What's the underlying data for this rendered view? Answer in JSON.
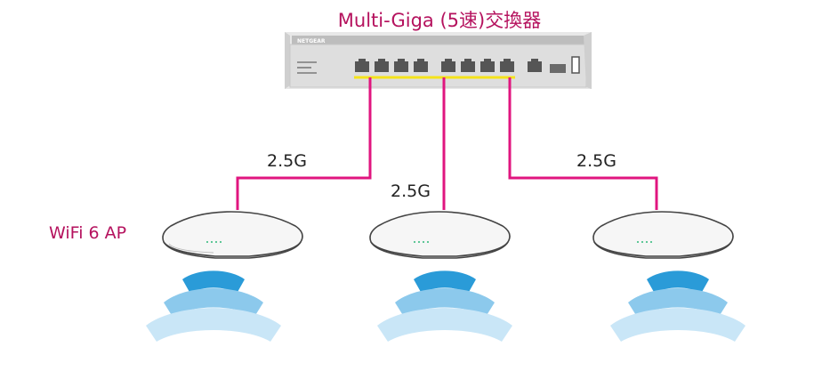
{
  "diagram": {
    "switch": {
      "title": "Multi-Giga (5速)交換器",
      "brand": "NETGEAR"
    },
    "ap": {
      "label": "WiFi 6 AP"
    },
    "links": [
      {
        "speed": "2.5G"
      },
      {
        "speed": "2.5G"
      },
      {
        "speed": "2.5G"
      }
    ],
    "colors": {
      "title": "#b5125e",
      "link_line": "#e0157f",
      "port_highlight": "#f5e31a",
      "wifi_dark": "#2a9bd8",
      "wifi_mid": "#8cc9ec",
      "wifi_light": "#c9e6f7",
      "text": "#222222",
      "switch_body": "#dcdcdc"
    }
  }
}
